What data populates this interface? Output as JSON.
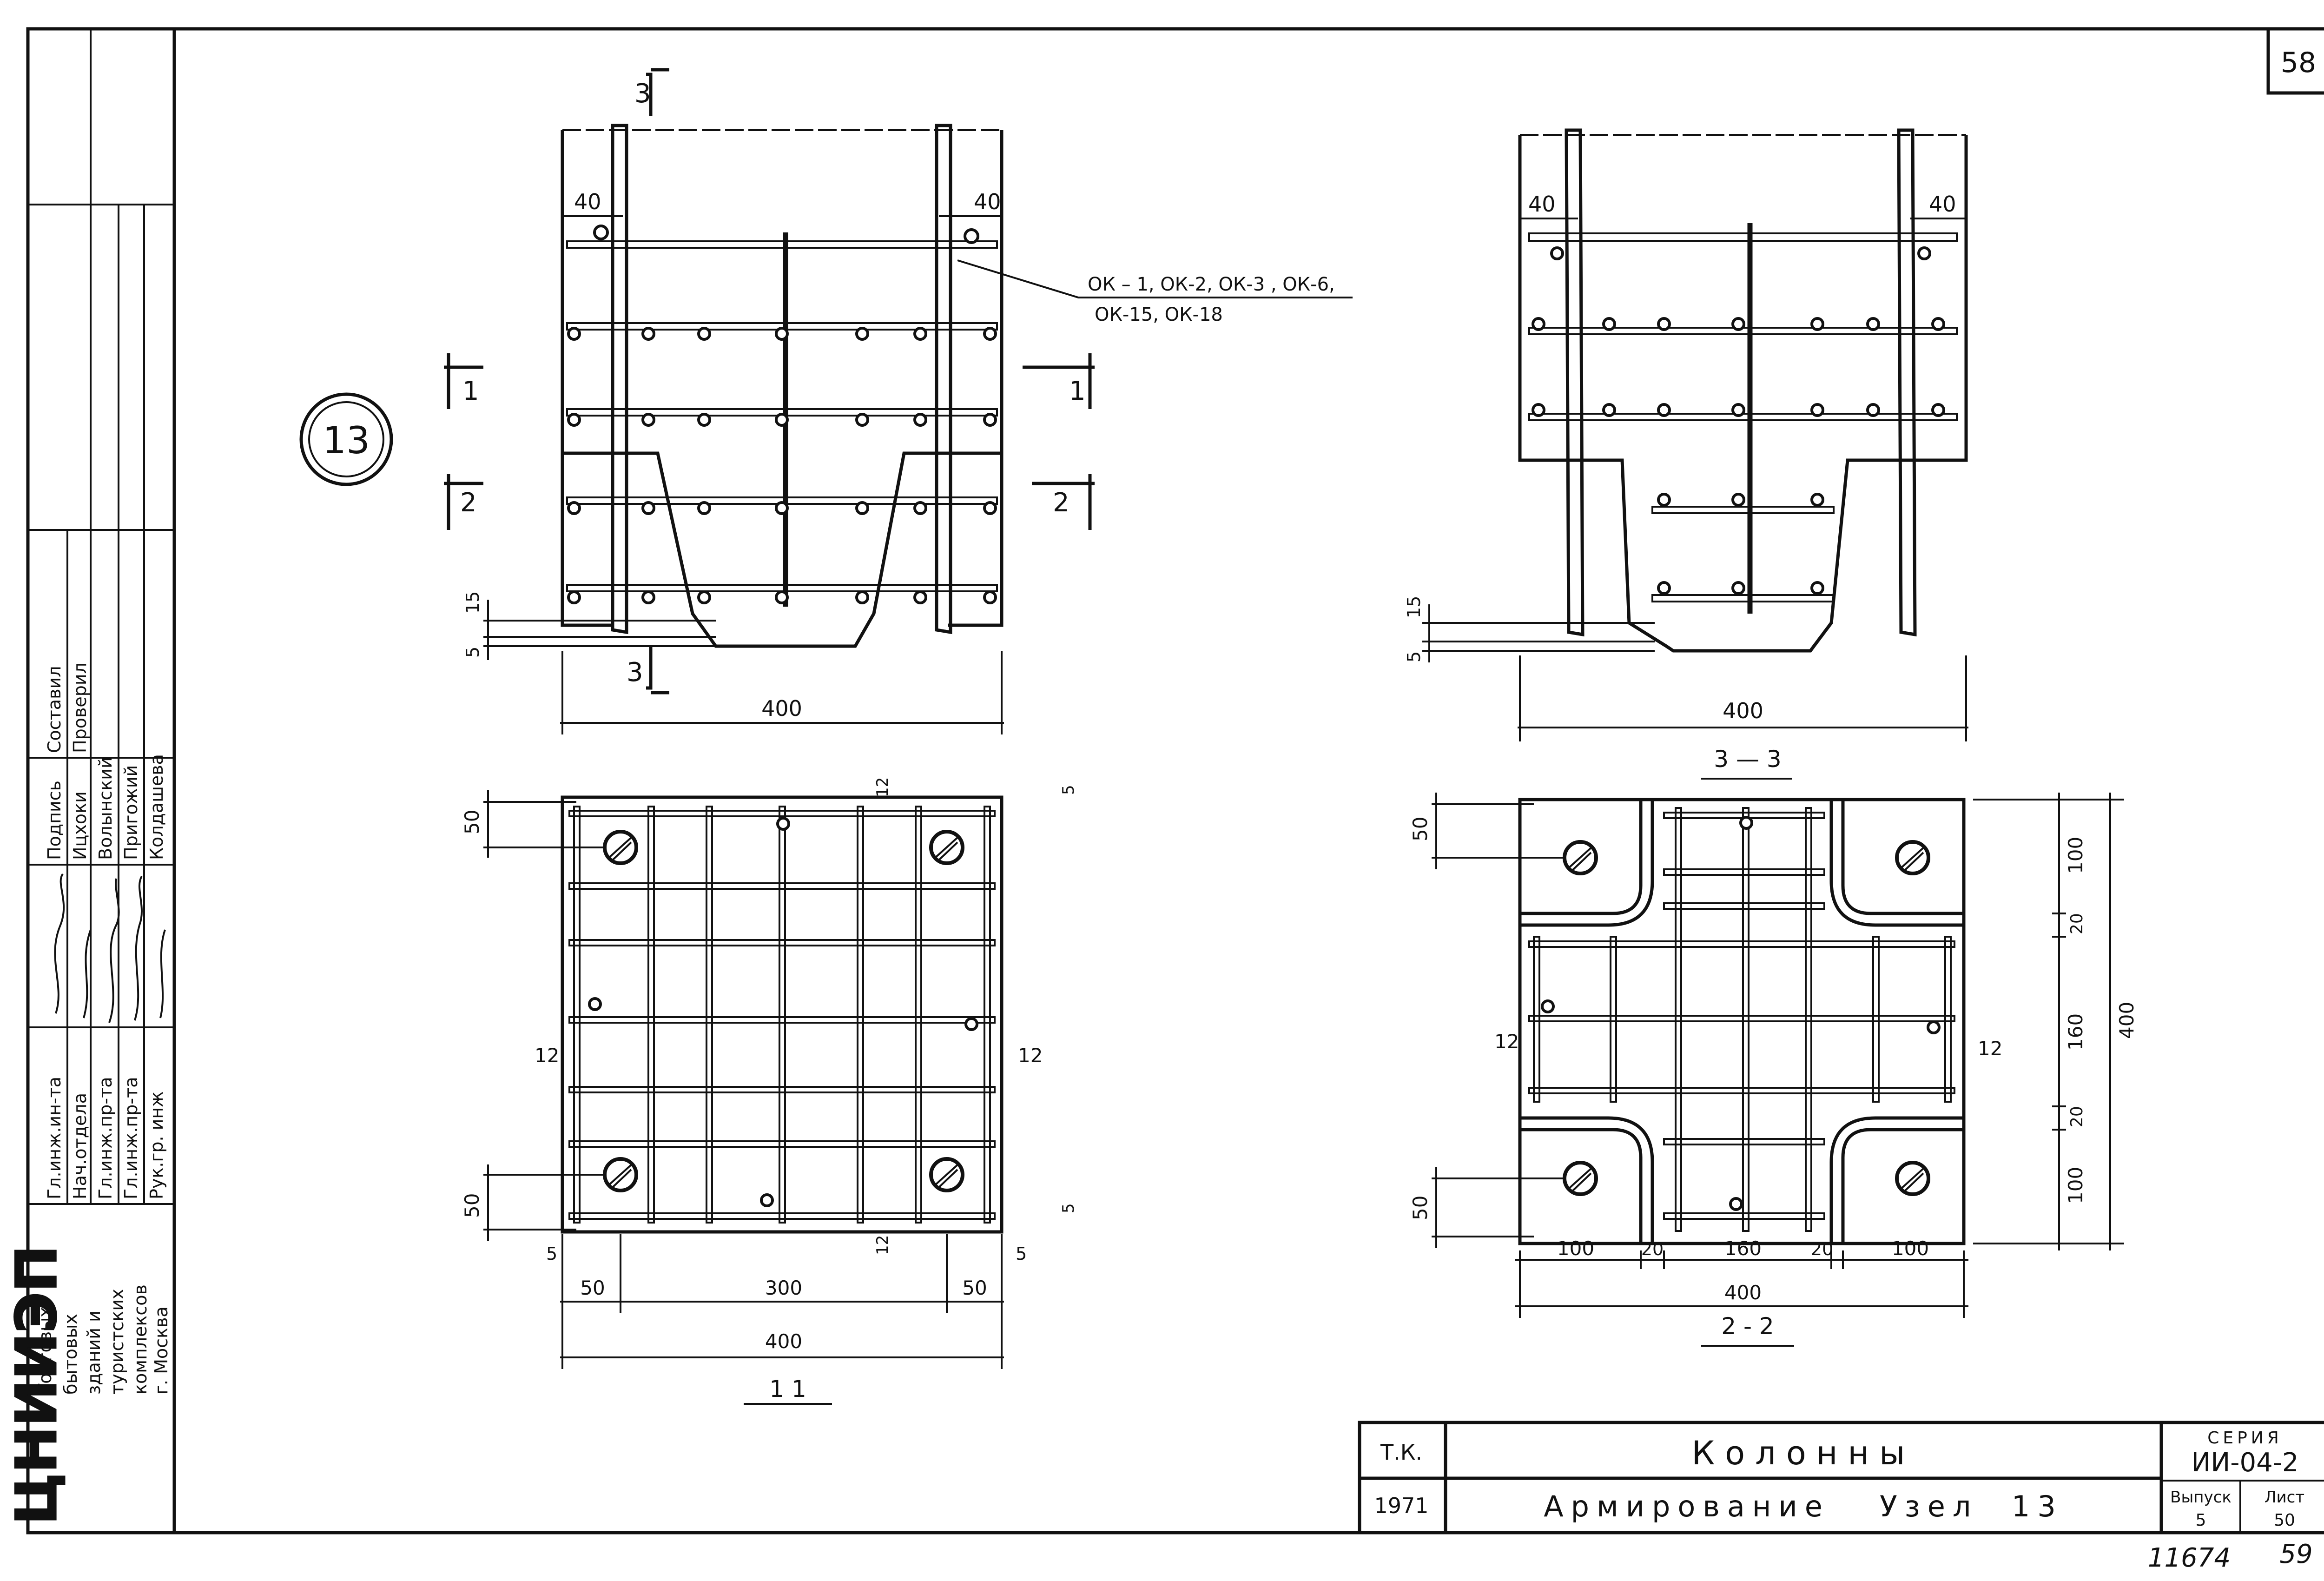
{
  "sheet": {
    "page_number": "58",
    "node_number": "13",
    "footer_handwritten": "11674",
    "footer_handwritten_2": "59"
  },
  "side_stamp": {
    "signatures_header": "Подпись",
    "positions": [
      "Гл.инж.ин-та",
      "Нач.отдела",
      "Гл.инж.пр-та",
      "Гл.инж.пр-та",
      "Рук.гр. инж"
    ],
    "names": [
      "Ицхоки",
      "Волынский",
      "Пригожий",
      "Колдашева"
    ],
    "drawn_label": "Составил",
    "checked_label": "Проверил",
    "org_name": [
      "Торговых",
      "бытовых",
      "зданий и",
      "туристских",
      "комплексов",
      "г. Москва"
    ],
    "institute": "ЦНИИЭП"
  },
  "title_block": {
    "tk_label": "Т.К.",
    "year": "1971",
    "title": "Колонны",
    "subtitle": "Армирование   Узел  13",
    "series_label": "СЕРИЯ",
    "series_value": "ИИ-04-2",
    "issue_label": "Выпуск",
    "issue_value": "5",
    "sheet_label": "Лист",
    "sheet_value": "50"
  },
  "views": {
    "elevation_left": {
      "section_3_top": "3",
      "section_3_bottom": "3",
      "section_1_left": "1",
      "section_1_right": "1",
      "section_2_left": "2",
      "section_2_right": "2",
      "dim_40_left": "40",
      "dim_40_right": "40",
      "dim_15": "15",
      "dim_5": "5",
      "dim_400": "400",
      "callout_line1": "ОК – 1,  ОК-2,  ОК-3 , ОК-6,",
      "callout_line2": "ОК-15,  ОК-18"
    },
    "section_3_3": {
      "title": "3 — 3",
      "dim_40_left": "40",
      "dim_40_right": "40",
      "dim_15": "15",
      "dim_5": "5",
      "dim_400": "400"
    },
    "section_1_1": {
      "title": "1  1",
      "dim_50_top": "50",
      "dim_50_bottom": "50",
      "dim_12_left": "12",
      "dim_12_right": "12",
      "dim_12_top": "12",
      "dim_12_bottom": "12",
      "dim_5_top": "5",
      "dim_5_bottom": "5",
      "dim_5_left": "5",
      "dim_5_right": "5",
      "dim_50_left": "50",
      "dim_300": "300",
      "dim_50_right": "50",
      "dim_400": "400"
    },
    "section_2_2": {
      "title": "2 - 2",
      "dim_50_top": "50",
      "dim_50_bottom": "50",
      "dim_12_left": "12",
      "dim_12_right": "12",
      "dim_100_a": "100",
      "dim_20_a": "20",
      "dim_160_v": "160",
      "dim_20_b": "20",
      "dim_100_b": "100",
      "dim_400_v": "400",
      "dim_100_h1": "100",
      "dim_20_h1": "20",
      "dim_160_h": "160",
      "dim_20_h2": "20",
      "dim_100_h2": "100",
      "dim_400_h": "400"
    }
  }
}
